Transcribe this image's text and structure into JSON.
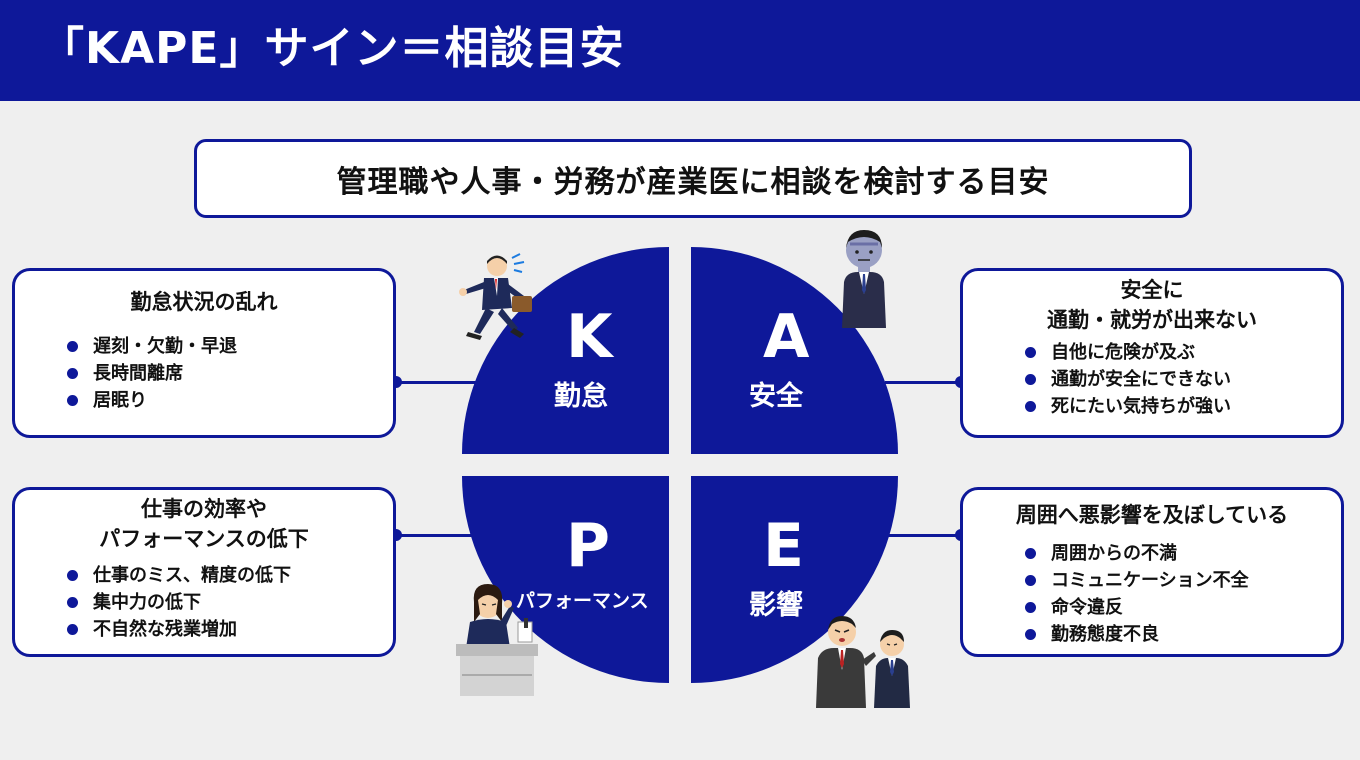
{
  "header": {
    "title": "「KAPE」サイン＝相談目安"
  },
  "subtitle": "管理職や人事・労務が産業医に相談を検討する目安",
  "quadrants": {
    "k": {
      "letter": "K",
      "word": "勤怠"
    },
    "a": {
      "letter": "A",
      "word": "安全"
    },
    "p": {
      "letter": "P",
      "word": "パフォーマンス"
    },
    "e": {
      "letter": "E",
      "word": "影響"
    }
  },
  "boxes": {
    "k": {
      "title": "勤怠状況の乱れ",
      "items": [
        "遅刻・欠勤・早退",
        "長時間離席",
        "居眠り"
      ]
    },
    "a": {
      "title_line1": "安全に",
      "title_line2": "通勤・就労が出来ない",
      "items": [
        "自他に危険が及ぶ",
        "通勤が安全にできない",
        "死にたい気持ちが強い"
      ]
    },
    "p": {
      "title_line1": "仕事の効率や",
      "title_line2": "パフォーマンスの低下",
      "items": [
        "仕事のミス、精度の低下",
        "集中力の低下",
        "不自然な残業増加"
      ]
    },
    "e": {
      "title": "周囲へ悪影響を及ぼしている",
      "items": [
        "周囲からの不満",
        "コミュニケーション不全",
        "命令違反",
        "勤務態度不良"
      ]
    }
  },
  "colors": {
    "primary": "#0e1899",
    "background": "#efefef"
  },
  "icons": [
    "running-businessman-icon",
    "pale-worried-man-icon",
    "tired-woman-at-desk-icon",
    "scolding-boss-icon"
  ]
}
